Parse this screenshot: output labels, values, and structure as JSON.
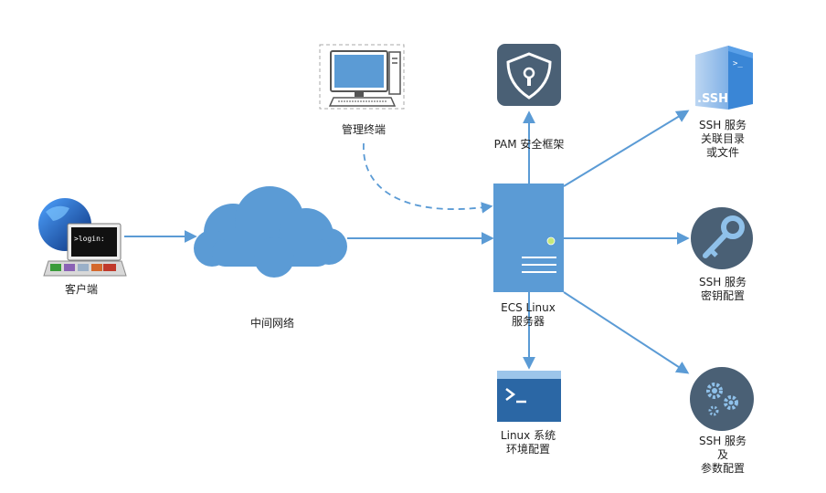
{
  "colors": {
    "line": "#5b9bd5",
    "server": "#5b9bd5",
    "icon_dark": "#4a6075",
    "cloud": "#5b9bd5"
  },
  "nodes": {
    "client": {
      "label": "客户端",
      "screen_text": ">login:",
      "icon": "globe-laptop-icon"
    },
    "admin": {
      "label": "管理终端",
      "icon": "desktop-computer-icon"
    },
    "network": {
      "label": "中间网络",
      "icon": "cloud-icon"
    },
    "pam": {
      "label": "PAM 安全框架",
      "icon": "shield-lock-icon"
    },
    "server": {
      "label_line1": "ECS Linux",
      "label_line2": "服务器",
      "icon": "server-icon"
    },
    "linux_env": {
      "label_line1": "Linux 系统",
      "label_line2": "环境配置",
      "icon": "terminal-icon"
    },
    "ssh_dir": {
      "label_line1": "SSH 服务",
      "label_line2": "关联目录",
      "label_line3": "或文件",
      "badge_text": ".SSH",
      "prompt_text": ">_",
      "icon": "ssh-file-icon"
    },
    "ssh_key": {
      "label_line1": "SSH 服务",
      "label_line2": "密钥配置",
      "icon": "key-icon"
    },
    "ssh_params": {
      "label_line1": "SSH 服务",
      "label_line2": "及",
      "label_line3": "参数配置",
      "icon": "gears-icon"
    }
  }
}
